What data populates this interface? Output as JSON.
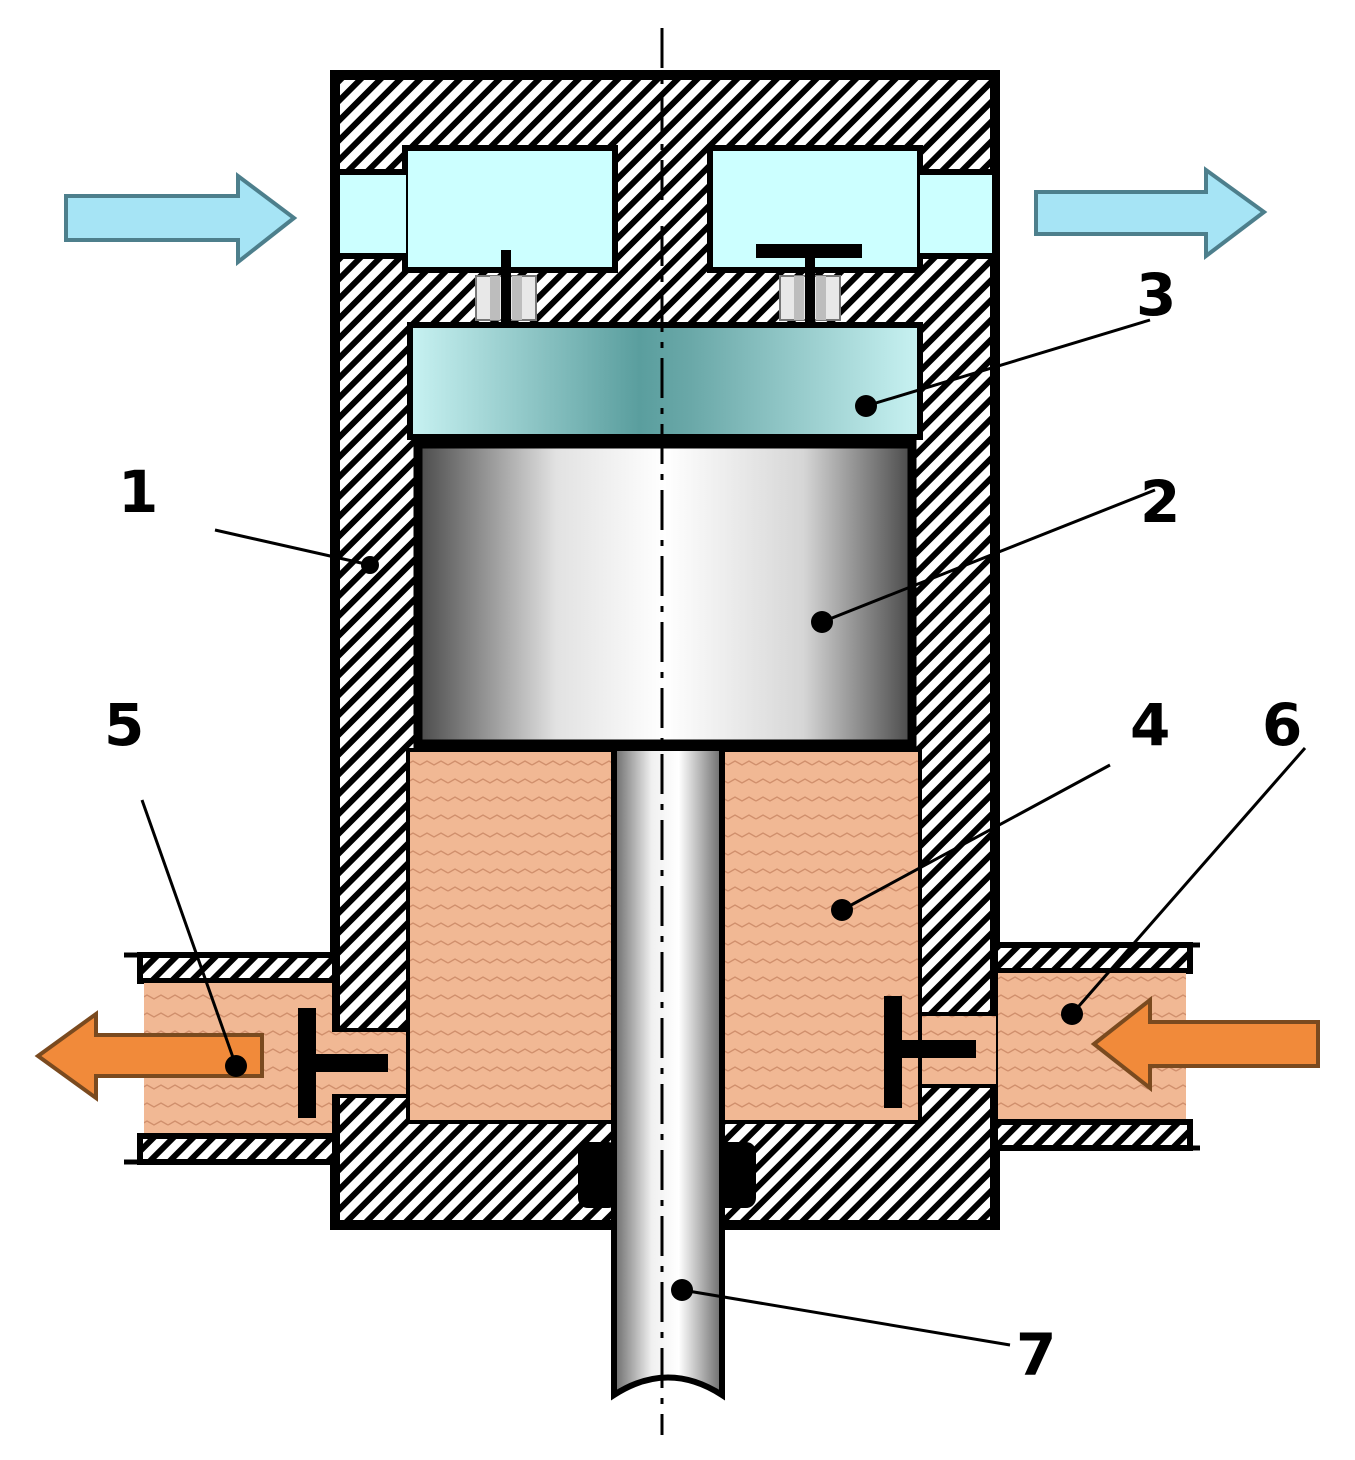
{
  "callouts": [
    {
      "id": "1",
      "label": "1"
    },
    {
      "id": "2",
      "label": "2"
    },
    {
      "id": "3",
      "label": "3"
    },
    {
      "id": "4",
      "label": "4"
    },
    {
      "id": "5",
      "label": "5"
    },
    {
      "id": "6",
      "label": "6"
    },
    {
      "id": "7",
      "label": "7"
    }
  ],
  "colors": {
    "cylinder_hatch": "#000000",
    "gas_port": "#ccffff",
    "gas_arrow": "#a6e4f5",
    "gas_chamber": "#b8ecec",
    "liquid": "#f1b894",
    "liquid_arrow": "#f18a3a",
    "piston_light": "#ffffff",
    "piston_dark": "#5c5c5c"
  },
  "icons": {
    "gas_inlet_arrow": "arrow-right-icon",
    "gas_outlet_arrow": "arrow-right-icon",
    "liquid_outlet_arrow": "arrow-left-icon",
    "liquid_inlet_arrow": "arrow-left-icon"
  }
}
